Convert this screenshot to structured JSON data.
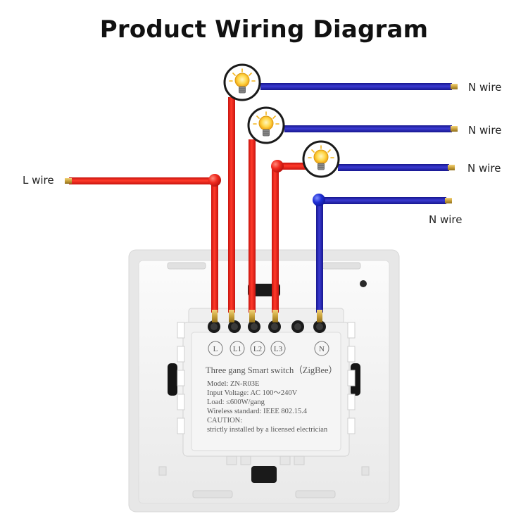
{
  "title": "Product Wiring Diagram",
  "wire_labels": {
    "l_wire": "L wire",
    "n_wire_1": "N wire",
    "n_wire_2": "N wire",
    "n_wire_3": "N wire",
    "n_wire_4": "N wire"
  },
  "terminals": [
    "L",
    "L1",
    "L2",
    "L3",
    "N"
  ],
  "device_label": {
    "name": "Three gang Smart switch（ZigBee）",
    "model": "Model:  ZN-R03E",
    "input_voltage": "Input Voltage:  AC 100～240V",
    "load": "Load:  ≤600W/gang",
    "wireless": "Wireless standard:  IEEE 802.15.4",
    "caution_title": "CAUTION:",
    "caution_text": "strictly installed by a licensed electrician"
  },
  "colors": {
    "live_wire": "#e8201c",
    "neutral_wire": "#2323b4",
    "connector_live": "#f02b1f",
    "connector_neutral": "#1f2fd6",
    "brass_tip": "#c9a23a",
    "panel": "#f4f4f4"
  },
  "icons": [
    "light-bulb-icon"
  ]
}
